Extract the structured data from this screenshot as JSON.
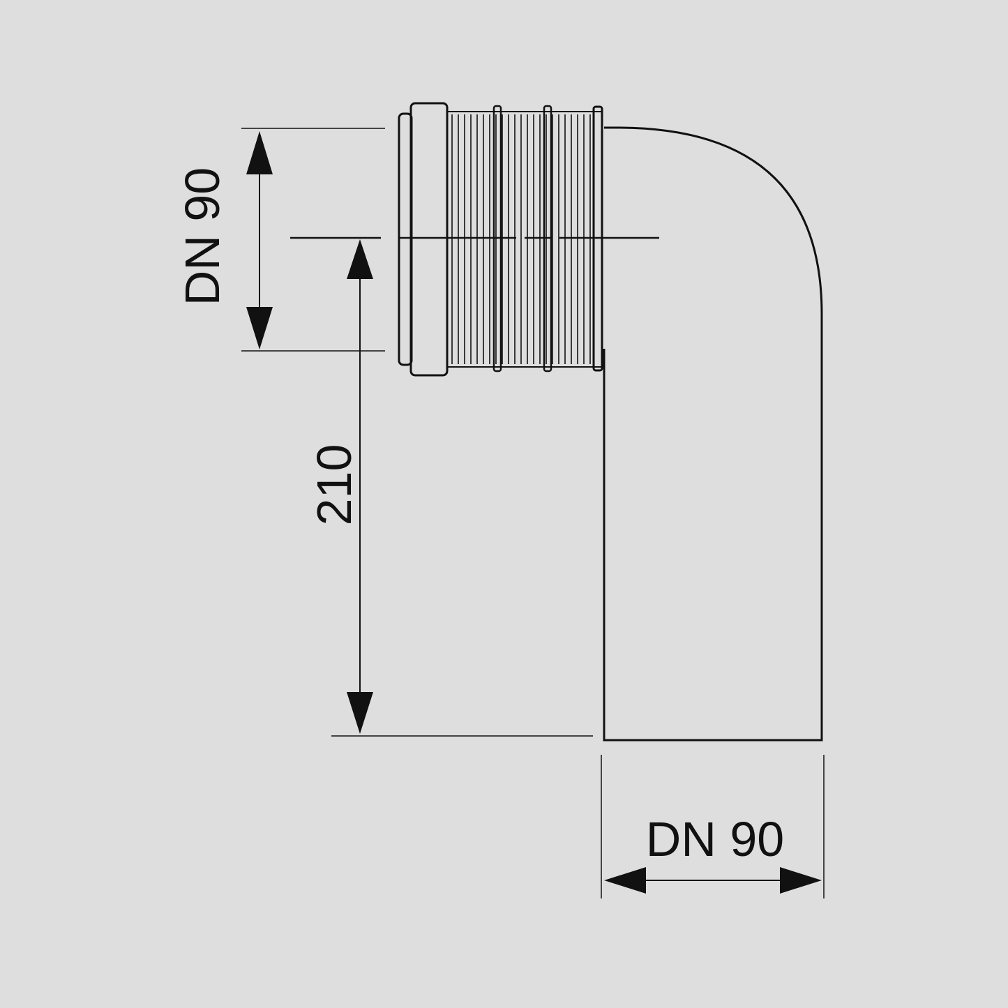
{
  "colors": {
    "background": "#dedede",
    "line": "#111111"
  },
  "dimensions": {
    "socket_diameter": "DN 90",
    "center_height": "210",
    "outlet_diameter": "DN 90"
  }
}
